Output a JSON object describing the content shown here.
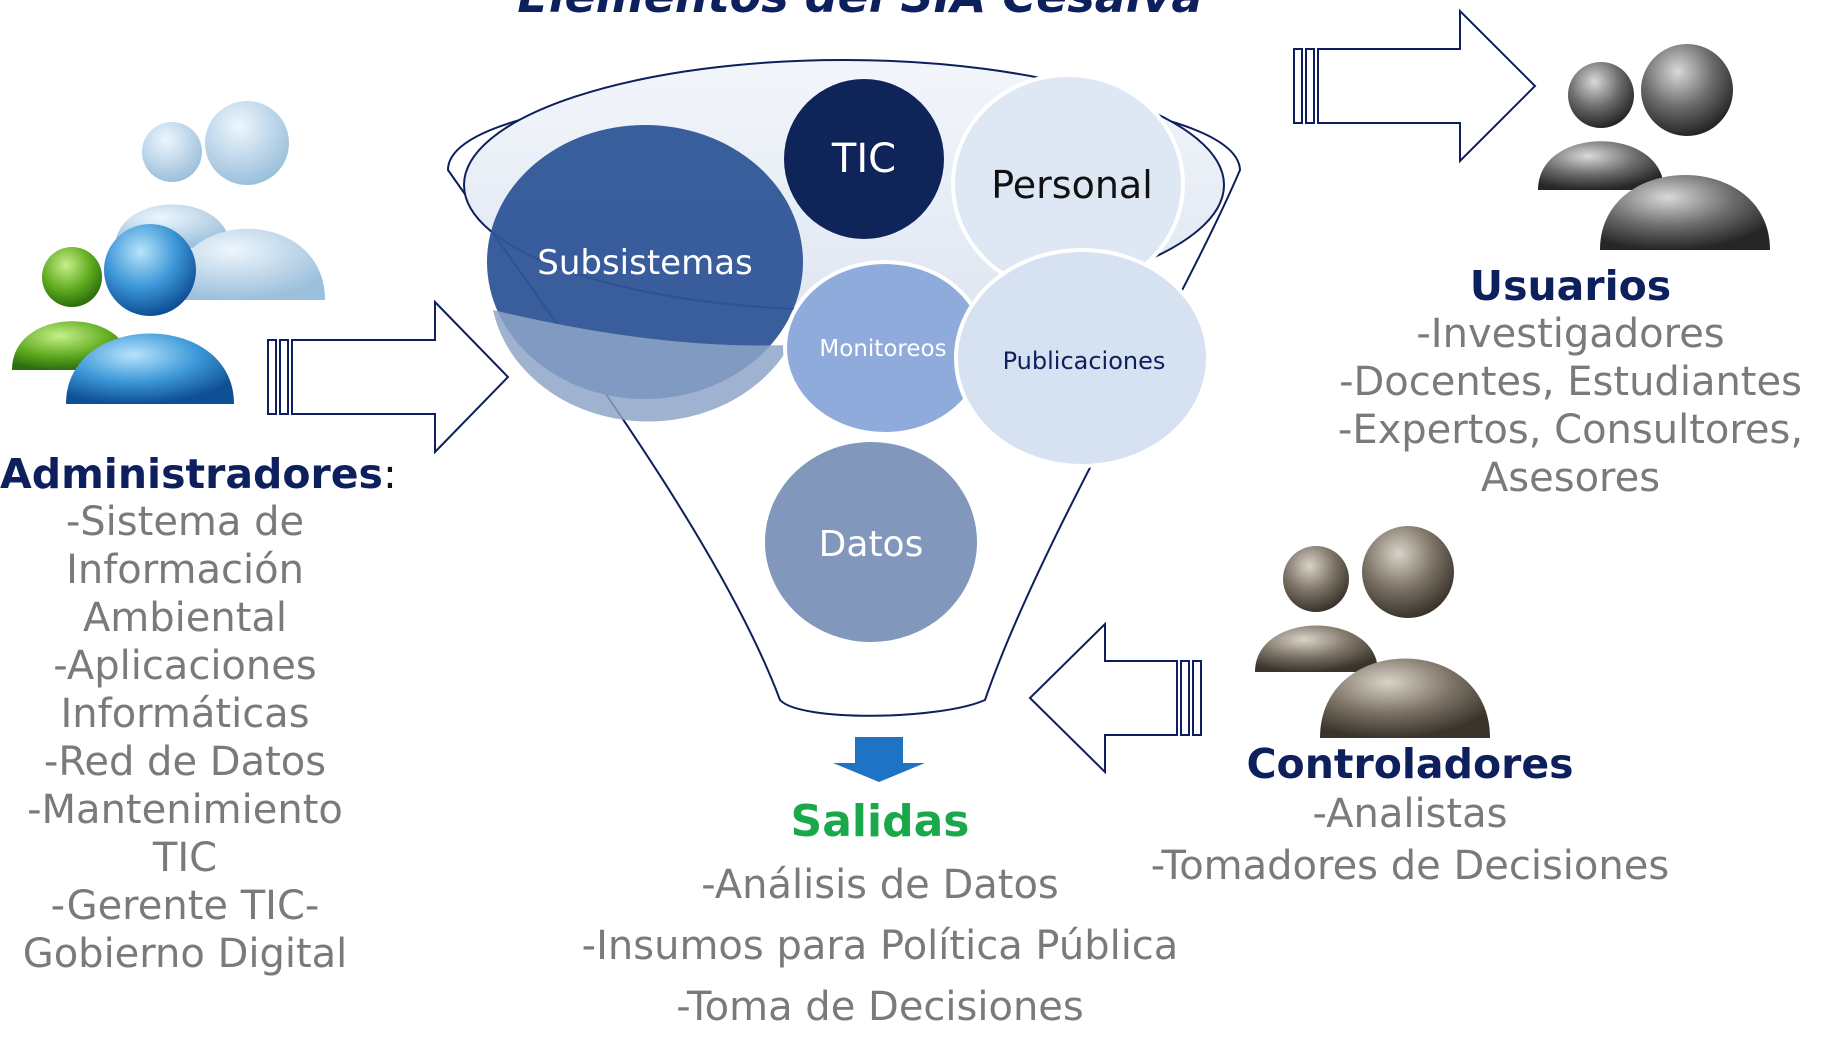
{
  "title": "Elementos del SIA Cesalva",
  "funnel": {
    "circles": {
      "tic": "TIC",
      "personal": "Personal",
      "subsistemas": "Subsistemas",
      "monitoreos": "Monitoreos",
      "publicaciones": "Publicaciones",
      "datos": "Datos"
    }
  },
  "administradores": {
    "heading": "Administradores",
    "colon": ":",
    "items": [
      "-Sistema de",
      "Información",
      "Ambiental",
      "-Aplicaciones",
      "Informáticas",
      "-Red de Datos",
      "-Mantenimiento TIC",
      "-Gerente TIC-",
      "Gobierno Digital"
    ]
  },
  "usuarios": {
    "heading": "Usuarios",
    "items": [
      "-Investigadores",
      "-Docentes, Estudiantes",
      "-Expertos, Consultores,",
      "Asesores"
    ]
  },
  "controladores": {
    "heading": "Controladores",
    "items": [
      "-Analistas",
      "-Tomadores de Decisiones"
    ]
  },
  "salidas": {
    "heading": "Salidas",
    "items": [
      "-Análisis de Datos",
      "-Insumos para Política Pública",
      "-Toma de Decisiones"
    ]
  },
  "colors": {
    "navy": "#0d1f5c",
    "gray_text": "#7a7a7a",
    "green": "#1aa84a",
    "arrow_blue": "#1f73c4"
  }
}
